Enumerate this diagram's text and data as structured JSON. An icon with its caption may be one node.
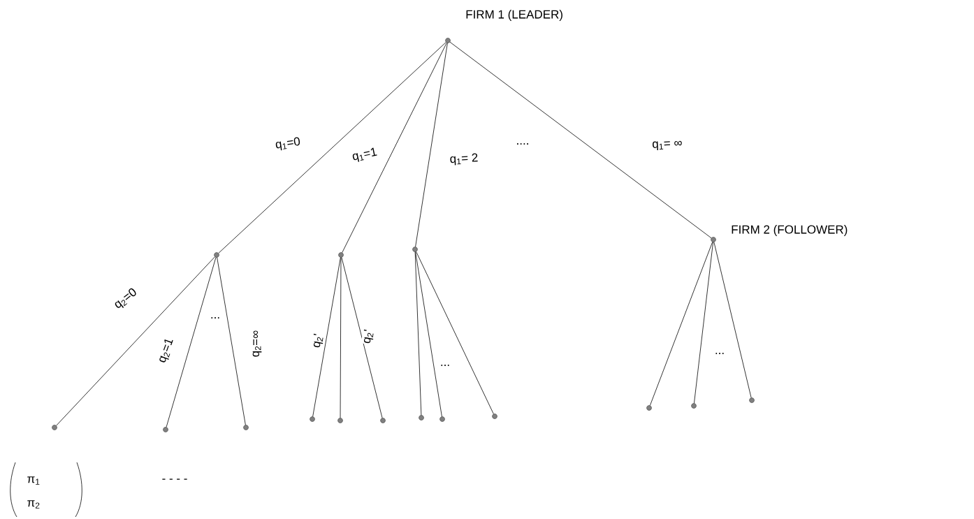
{
  "diagram": {
    "nodes": [
      {
        "text": [],
        "shape": "circle",
        "beside": [
          "FIRM 1 (LEADER)"
        ]
      },
      {
        "text": [],
        "shape": "circle"
      },
      {
        "text": [],
        "shape": "circle"
      },
      {
        "text": [],
        "shape": "circle"
      },
      {
        "text": [],
        "shape": "circle",
        "beside": [
          "FIRM 2 (FOLLOWER)"
        ]
      },
      {
        "text": [],
        "shape": "circle"
      },
      {
        "text": [],
        "shape": "circle"
      },
      {
        "text": [],
        "shape": "circle"
      },
      {
        "text": [],
        "shape": "circle"
      },
      {
        "text": [],
        "shape": "circle"
      },
      {
        "text": [],
        "shape": "circle"
      },
      {
        "text": [],
        "shape": "circle"
      },
      {
        "text": [],
        "shape": "circle"
      },
      {
        "text": [],
        "shape": "circle"
      },
      {
        "text": [],
        "shape": "circle"
      },
      {
        "text": [],
        "shape": "circle"
      },
      {
        "text": [],
        "shape": "circle"
      }
    ],
    "edges": [
      {
        "from": 0,
        "to": 1,
        "arrow": "none",
        "label": "q$_{1}$=0"
      },
      {
        "from": 0,
        "to": 2,
        "arrow": "none",
        "label": "q$_{1}$=1"
      },
      {
        "from": 0,
        "to": 3,
        "arrow": "none",
        "label": "q$_{1}$= 2"
      },
      {
        "from": 0,
        "to": 4,
        "arrow": "none",
        "label": "q$_{1}$= ∞"
      },
      {
        "from": 1,
        "to": 5,
        "arrow": "none",
        "label": "q$_{2}$=0"
      },
      {
        "from": 1,
        "to": 6,
        "arrow": "none",
        "label": "q$_{2}$=1"
      },
      {
        "from": 1,
        "to": 7,
        "arrow": "none",
        "label": "q$_{2}$=∞"
      },
      {
        "from": 2,
        "to": 8,
        "arrow": "none",
        "label": "q$_{2}$'"
      },
      {
        "from": 2,
        "to": 9,
        "arrow": "none"
      },
      {
        "from": 2,
        "to": 10,
        "arrow": "none",
        "label": "q$_{2}$'"
      },
      {
        "from": 3,
        "to": 11,
        "arrow": "none"
      },
      {
        "from": 3,
        "to": 12,
        "arrow": "none"
      },
      {
        "from": 3,
        "to": 13,
        "arrow": "none"
      },
      {
        "from": 4,
        "to": 14,
        "arrow": "none"
      },
      {
        "from": 4,
        "to": 15,
        "arrow": "none"
      },
      {
        "from": 4,
        "to": 16,
        "arrow": "none"
      }
    ],
    "labels": [
      "....",
      "...",
      "...",
      "...",
      "π$_{1}$",
      "π$_{2}$",
      "- - - -"
    ]
  }
}
